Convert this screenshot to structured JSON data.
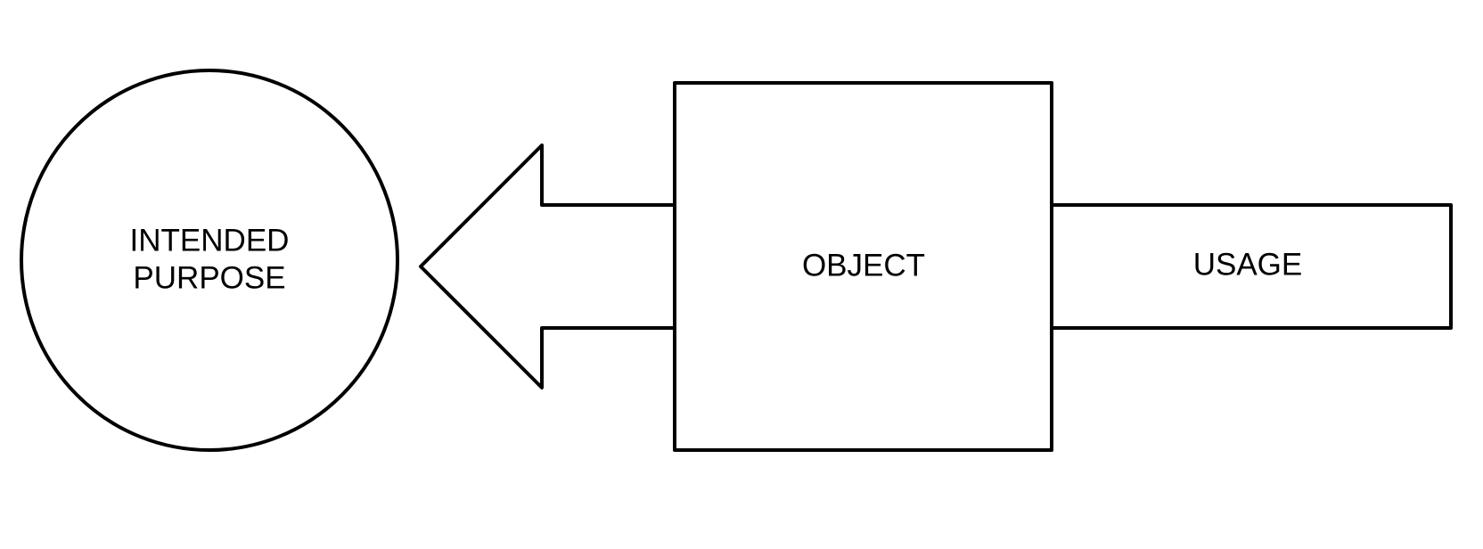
{
  "diagram": {
    "nodes": {
      "intended_purpose": {
        "line1": "INTENDED",
        "line2": "PURPOSE",
        "shape": "circle"
      },
      "object": {
        "label": "OBJECT",
        "shape": "square"
      },
      "usage": {
        "label": "USAGE",
        "shape": "rectangle-bar"
      }
    },
    "arrow": {
      "from": "OBJECT",
      "to": "INTENDED PURPOSE",
      "direction": "left"
    },
    "stroke_color": "#000000",
    "fill_color": "#ffffff"
  }
}
